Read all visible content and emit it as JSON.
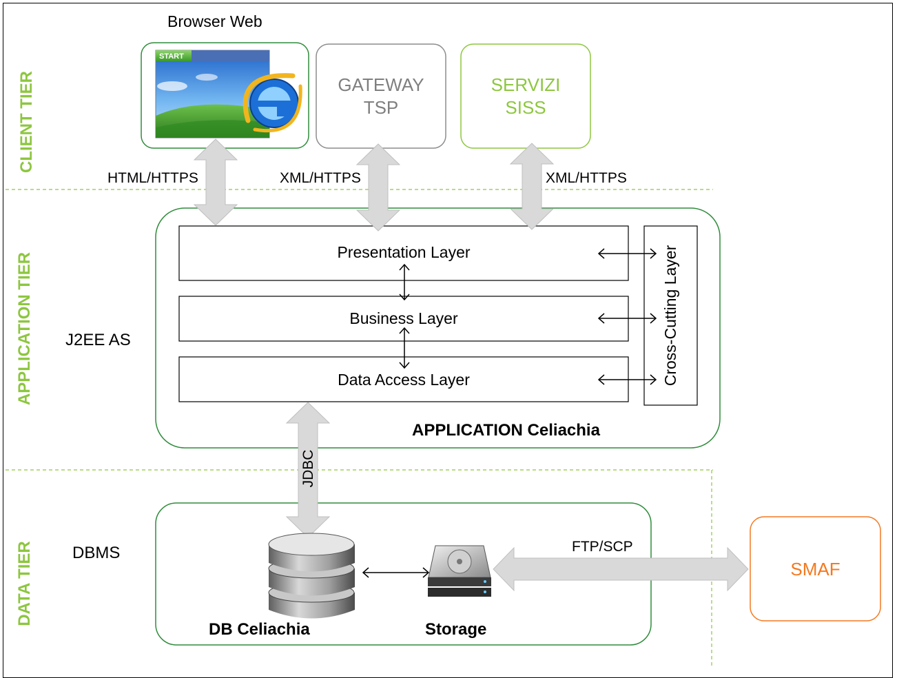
{
  "tiers": {
    "client": "CLIENT TIER",
    "application": "APPLICATION TIER",
    "data": "DATA TIER"
  },
  "client": {
    "browser_label": "Browser Web",
    "browser_start": "START",
    "gateway": "GATEWAY\nTSP",
    "servizi": "SERVIZI\nSISS"
  },
  "protocols": {
    "browser": "HTML/HTTPS",
    "gateway": "XML/HTTPS",
    "servizi": "XML/HTTPS",
    "jdbc": "JDBC",
    "ftp": "FTP/SCP"
  },
  "application": {
    "server": "J2EE AS",
    "presentation": "Presentation Layer",
    "business": "Business Layer",
    "data_access": "Data Access Layer",
    "cross_cutting": "Cross-Cutting Layer",
    "name": "APPLICATION Celiachia"
  },
  "data": {
    "dbms": "DBMS",
    "db": "DB Celiachia",
    "storage": "Storage",
    "smaf": "SMAF"
  },
  "colors": {
    "green": "#8dc63f",
    "light_green": "#8dc63f",
    "orange": "#f47920",
    "gray_text": "#7f7f7f",
    "arrow_fill": "#d9d9d9",
    "arrow_stroke": "#bfbfbf"
  }
}
